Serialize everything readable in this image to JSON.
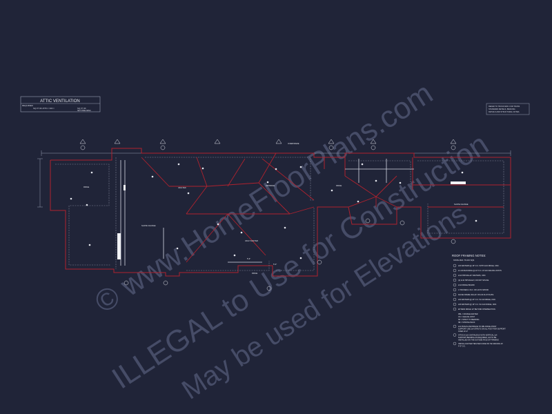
{
  "colors": {
    "background": "#202438",
    "red_line": "#b0222e",
    "white_line": "#d8dbe6",
    "grey_line": "#7e8396",
    "label": "#e6e8ef",
    "watermark": "#59607a"
  },
  "vent_box": {
    "title": "ATTIC VENTILATION",
    "row1": "REQUIRED",
    "row2": "SQ FT OF ATTIC / 300 =",
    "row3": "SQ FT OF",
    "row4": "NET FREE AREA"
  },
  "note_box": {
    "lines": [
      "REFER TO TRUSS MFR. FOR TRUSS",
      "STANDARD DETAILS, BRACING",
      "DETAILS AND STRUCTURAL NOTES."
    ]
  },
  "roof_notes": {
    "title": "ROOF FRAMING NOTES:",
    "subtitle": "STATE MAX. TO-DO SQS",
    "items": [
      "2x6 RAFTERS @ 16\" O.C. WITH 2x10 RIDGE, UNO.",
      "2x 2x6 BLOCKING @ 24\" O.C. AT 2x6 CEILING JOISTS",
      "2x10 HIP/VALLEY RAFTERS, UNO.",
      "(2) 2x10 HIP/VALLEY, DO NOT SPLICE",
      "2x10 RIDGE BOARD",
      "1 TRUSSES U.N.O. OR 1/2 PLYWOOD",
      "FALSE FRAME VALLEY ON 2x6 FLAT PLATE",
      "2x6 RAFTERS @ 24\" O.C. W/ 2x8 RIDGE, UNO.",
      "2x8 RAFTERS @ 16\" O.C. W/ 2x10 RIDGE, UNO.",
      "EXTEND RIDGE 12\" BEYOND INTERSECTION."
    ],
    "legend": [
      "DBL = DOUBLE RAFTER",
      "CS = CEILING JOIST",
      "SP = STRUT TO BEARING",
      "SB = STRONG BACK"
    ],
    "long": [
      "2x4 PURLIN AND BRACE TO DBL RIDGE POINT SUPPORT USE 2x4 STRUTS ON ALL POST FOR SUPPORT OVER 10'-0\"",
      "ATTACH 2x6 CONTINUOUS WITH VERTICAL 2x4 SUPPORT BEARING AS REQUIRED, 2x6 TO BE INSTALLED ON THE OUTSIDE FACE OF FRAMING",
      "INSTALL RAFTER TIES PER CODE ON TIE SPACING AT 4'-0\" O.C."
    ]
  },
  "plan_labels": {
    "hip_valley_left": "VAULTED",
    "slope_change_left": "SLOPE CHANGE",
    "slope_change_right": "SLOPE CHANGE",
    "ridge_1": "RIDGE",
    "ridge_2": "RIDGE",
    "ridge_3": "RIDGE",
    "dim_1": "5'-6\"",
    "dim_2": "5'-0\"",
    "label_a": "HIP/RIDGE",
    "label_b": "VAULT RAFTER",
    "label_c": "OVERFRAME"
  },
  "watermarks": {
    "line1": "© www.HomeFloorPlans.com",
    "line2": "ILLEGAL to Use for Construction",
    "line3": "May be used for Elevations"
  }
}
